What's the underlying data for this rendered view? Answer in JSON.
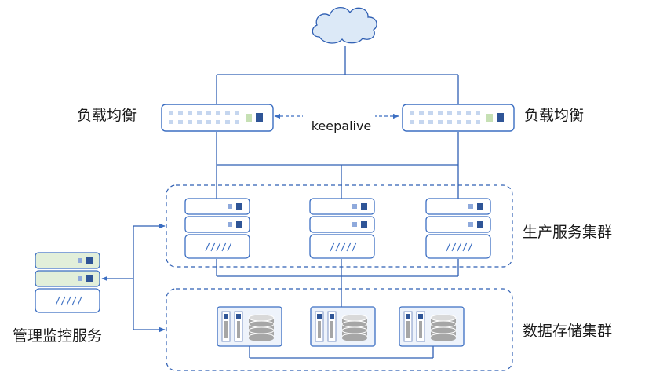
{
  "labels": {
    "lb_left": "负载均衡",
    "lb_right": "负载均衡",
    "keepalive": "keepalive",
    "prod_cluster": "生产服务集群",
    "storage_cluster": "数据存储集群",
    "monitor": "管理监控服务"
  },
  "colors": {
    "line": "#2f5fb3",
    "device_border": "#3b6ec2",
    "device_fill": "#ffffff",
    "server_fill": "#ffffff",
    "monitor_fill": "#e2efda",
    "port_light": "#c5d6ef",
    "led_green": "#c6e0b4",
    "led_blue": "#2f5597",
    "cloud_fill": "#dce9f7",
    "disk_gray": "#a6a6a6"
  },
  "icons": {
    "cloud": "cloud-icon",
    "load_balancer": "load-balancer-icon",
    "server": "server-icon",
    "storage": "storage-array-icon"
  }
}
